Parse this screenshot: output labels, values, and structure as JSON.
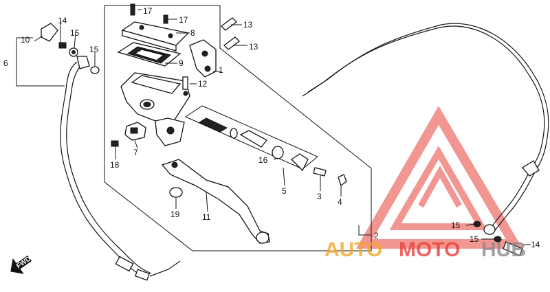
{
  "callouts": [
    {
      "id": "c1",
      "text": "1"
    },
    {
      "id": "c2",
      "text": "2"
    },
    {
      "id": "c3",
      "text": "3"
    },
    {
      "id": "c4",
      "text": "4"
    },
    {
      "id": "c5",
      "text": "5"
    },
    {
      "id": "c6",
      "text": "6"
    },
    {
      "id": "c7",
      "text": "7"
    },
    {
      "id": "c8",
      "text": "8"
    },
    {
      "id": "c9",
      "text": "9"
    },
    {
      "id": "c10",
      "text": "10"
    },
    {
      "id": "c11",
      "text": "11"
    },
    {
      "id": "c12",
      "text": "12"
    },
    {
      "id": "c13a",
      "text": "13"
    },
    {
      "id": "c13b",
      "text": "13"
    },
    {
      "id": "c14a",
      "text": "14"
    },
    {
      "id": "c14b",
      "text": "14"
    },
    {
      "id": "c15a",
      "text": "15"
    },
    {
      "id": "c15b",
      "text": "15"
    },
    {
      "id": "c15c",
      "text": "15"
    },
    {
      "id": "c15d",
      "text": "15"
    },
    {
      "id": "c16",
      "text": "16"
    },
    {
      "id": "c17a",
      "text": "17"
    },
    {
      "id": "c17b",
      "text": "17"
    },
    {
      "id": "c18",
      "text": "18"
    },
    {
      "id": "c19",
      "text": "19"
    }
  ],
  "direction": {
    "text": "FWD"
  },
  "watermark": {
    "word_a": "AUTO",
    "word_b": "MOTO",
    "word_c": "HUB",
    "color_a": "#f5a623",
    "color_b": "#e8413a",
    "color_c": "#8a8a8a"
  }
}
